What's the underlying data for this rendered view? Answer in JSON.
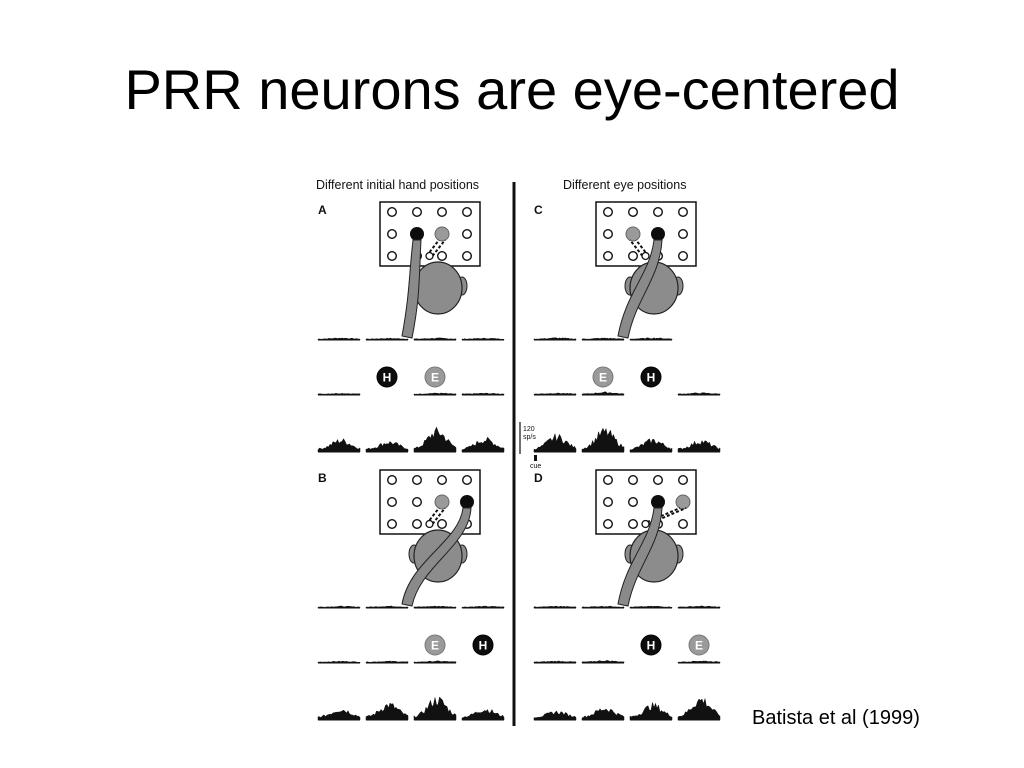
{
  "slide": {
    "title": "PRR neurons are eye-centered",
    "citation": "Batista et al (1999)"
  },
  "figure": {
    "left_heading": "Different initial hand positions",
    "right_heading": "Different eye positions",
    "panels": [
      {
        "letter": "A",
        "hand_col": 1,
        "hand_row": 1,
        "eye_col": 2,
        "eye_row": 1,
        "rows": [
          {
            "badges": []
          },
          {
            "badges": [
              {
                "text": "H",
                "tone": "dark",
                "slot": 1
              },
              {
                "text": "E",
                "tone": "grey",
                "slot": 2
              }
            ]
          },
          {
            "badges": []
          }
        ]
      },
      {
        "letter": "B",
        "hand_col": 3,
        "hand_row": 1,
        "eye_col": 2,
        "eye_row": 1,
        "rows": [
          {
            "badges": []
          },
          {
            "badges": [
              {
                "text": "E",
                "tone": "grey",
                "slot": 2
              },
              {
                "text": "H",
                "tone": "dark",
                "slot": 3
              }
            ]
          },
          {
            "badges": []
          }
        ]
      },
      {
        "letter": "C",
        "hand_col": 2,
        "hand_row": 1,
        "eye_col": 1,
        "eye_row": 1,
        "rows": [
          {
            "badges": []
          },
          {
            "badges": [
              {
                "text": "E",
                "tone": "grey",
                "slot": 1
              },
              {
                "text": "H",
                "tone": "dark",
                "slot": 2
              }
            ]
          },
          {
            "badges": []
          }
        ]
      },
      {
        "letter": "D",
        "hand_col": 2,
        "hand_row": 1,
        "eye_col": 3,
        "eye_row": 1,
        "rows": [
          {
            "badges": []
          },
          {
            "badges": [
              {
                "text": "H",
                "tone": "dark",
                "slot": 2
              },
              {
                "text": "E",
                "tone": "grey",
                "slot": 3
              }
            ]
          },
          {
            "badges": []
          }
        ]
      }
    ],
    "scale_bar": {
      "value": "120",
      "unit": "sp/s",
      "event": "cue"
    },
    "colors": {
      "ink": "#111111",
      "head_fill": "#8c8c8c",
      "eye_fill": "#9a9a9a",
      "hand_fill": "#0d0d0d"
    }
  }
}
